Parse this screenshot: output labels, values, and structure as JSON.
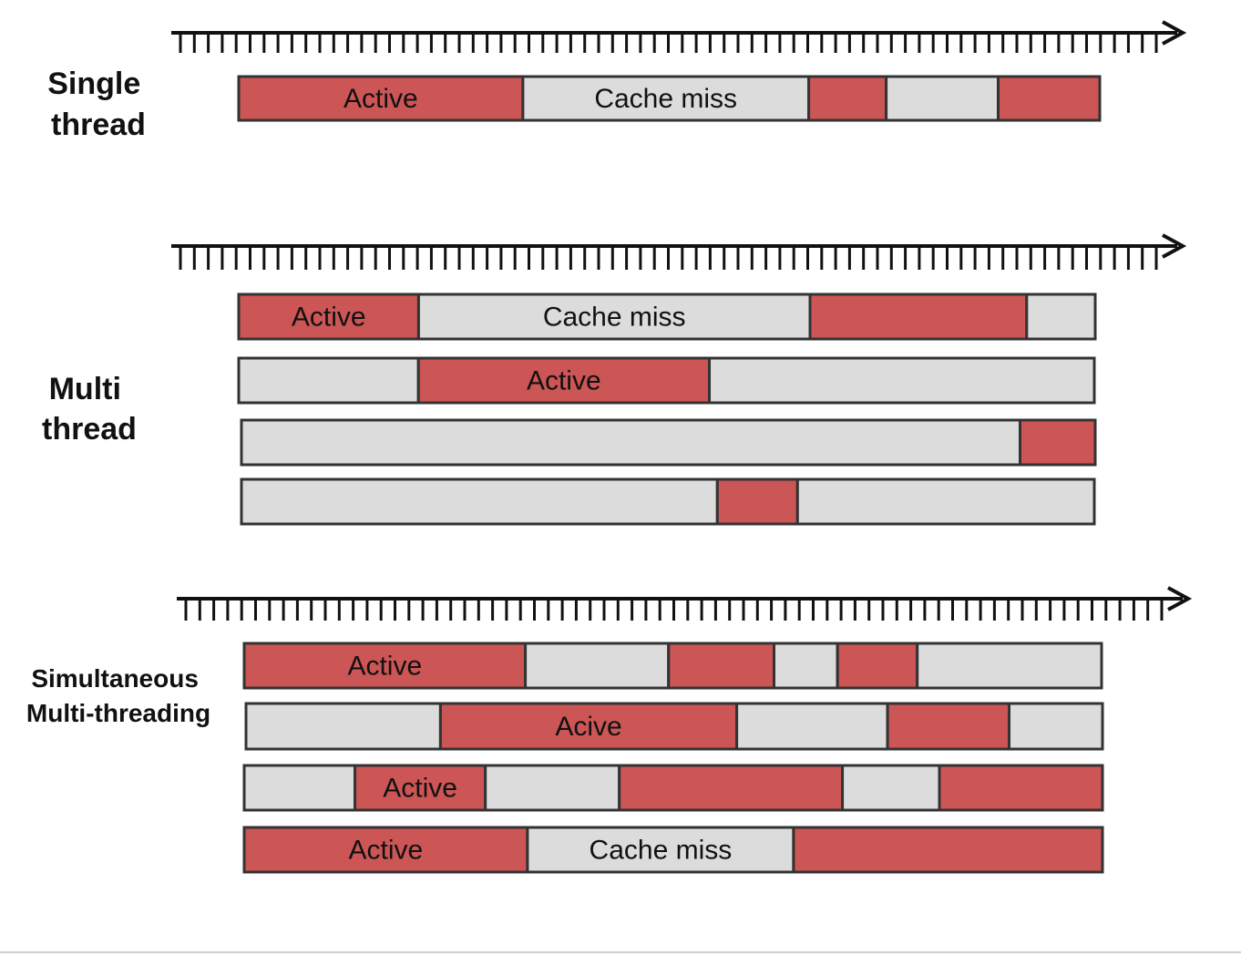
{
  "sections": [
    {
      "id": "single-thread",
      "label": [
        "Single",
        "thread"
      ],
      "rows": [
        {
          "segments": [
            {
              "state": "active",
              "start": 0,
              "end": 0.33,
              "label": "Active"
            },
            {
              "state": "idle",
              "start": 0.33,
              "end": 0.662,
              "label": "Cache miss"
            },
            {
              "state": "active",
              "start": 0.662,
              "end": 0.752,
              "label": ""
            },
            {
              "state": "idle",
              "start": 0.752,
              "end": 0.882,
              "label": ""
            },
            {
              "state": "active",
              "start": 0.882,
              "end": 1,
              "label": ""
            }
          ]
        }
      ]
    },
    {
      "id": "multi-thread",
      "label": [
        "Multi",
        "thread"
      ],
      "rows": [
        {
          "segments": [
            {
              "state": "active",
              "start": 0,
              "end": 0.21,
              "label": "Active"
            },
            {
              "state": "idle",
              "start": 0.21,
              "end": 0.667,
              "label": "Cache miss"
            },
            {
              "state": "active",
              "start": 0.667,
              "end": 0.92,
              "label": ""
            },
            {
              "state": "idle",
              "start": 0.92,
              "end": 1,
              "label": ""
            }
          ]
        },
        {
          "segments": [
            {
              "state": "idle",
              "start": 0,
              "end": 0.21,
              "label": ""
            },
            {
              "state": "active",
              "start": 0.21,
              "end": 0.55,
              "label": "Active"
            },
            {
              "state": "idle",
              "start": 0.55,
              "end": 1,
              "label": ""
            }
          ]
        },
        {
          "segments": [
            {
              "state": "idle",
              "start": 0,
              "end": 0.912,
              "label": ""
            },
            {
              "state": "active",
              "start": 0.912,
              "end": 1,
              "label": ""
            }
          ]
        },
        {
          "segments": [
            {
              "state": "idle",
              "start": 0,
              "end": 0.558,
              "label": ""
            },
            {
              "state": "active",
              "start": 0.558,
              "end": 0.652,
              "label": ""
            },
            {
              "state": "idle",
              "start": 0.652,
              "end": 1,
              "label": ""
            }
          ]
        }
      ]
    },
    {
      "id": "smt",
      "label": [
        "Simultaneous",
        "Multi-threading"
      ],
      "rows": [
        {
          "segments": [
            {
              "state": "active",
              "start": 0,
              "end": 0.328,
              "label": "Active"
            },
            {
              "state": "idle",
              "start": 0.328,
              "end": 0.495,
              "label": ""
            },
            {
              "state": "active",
              "start": 0.495,
              "end": 0.618,
              "label": ""
            },
            {
              "state": "idle",
              "start": 0.618,
              "end": 0.692,
              "label": ""
            },
            {
              "state": "active",
              "start": 0.692,
              "end": 0.785,
              "label": ""
            },
            {
              "state": "idle",
              "start": 0.785,
              "end": 1,
              "label": ""
            }
          ]
        },
        {
          "segments": [
            {
              "state": "idle",
              "start": 0,
              "end": 0.227,
              "label": ""
            },
            {
              "state": "active",
              "start": 0.227,
              "end": 0.573,
              "label": "Acive"
            },
            {
              "state": "idle",
              "start": 0.573,
              "end": 0.749,
              "label": ""
            },
            {
              "state": "active",
              "start": 0.749,
              "end": 0.891,
              "label": ""
            },
            {
              "state": "idle",
              "start": 0.891,
              "end": 1,
              "label": ""
            }
          ]
        },
        {
          "segments": [
            {
              "state": "idle",
              "start": 0,
              "end": 0.129,
              "label": ""
            },
            {
              "state": "active",
              "start": 0.129,
              "end": 0.281,
              "label": "Active"
            },
            {
              "state": "idle",
              "start": 0.281,
              "end": 0.437,
              "label": ""
            },
            {
              "state": "active",
              "start": 0.437,
              "end": 0.697,
              "label": ""
            },
            {
              "state": "idle",
              "start": 0.697,
              "end": 0.81,
              "label": ""
            },
            {
              "state": "active",
              "start": 0.81,
              "end": 1,
              "label": ""
            }
          ]
        },
        {
          "segments": [
            {
              "state": "active",
              "start": 0,
              "end": 0.33,
              "label": "Active"
            },
            {
              "state": "idle",
              "start": 0.33,
              "end": 0.64,
              "label": "Cache miss"
            },
            {
              "state": "active",
              "start": 0.64,
              "end": 1,
              "label": ""
            }
          ]
        }
      ]
    }
  ],
  "colors": {
    "active": "#cc5555",
    "idle": "#dcdcdc",
    "outline": "#333333",
    "axis": "#111111"
  }
}
